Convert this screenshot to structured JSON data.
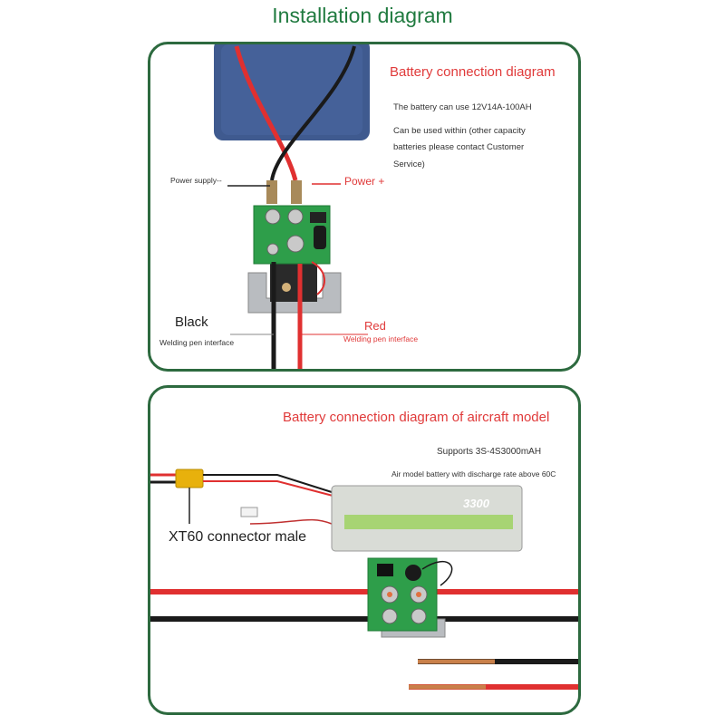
{
  "title": "Installation diagram",
  "panel1": {
    "heading": "Battery connection diagram",
    "note_line1": "The battery can use 12V14A-100AH",
    "note_line2": "Can be used within (other capacity",
    "note_line3": "batteries please contact Customer",
    "note_line4": "Service)",
    "power_supply": "Power supply--",
    "power_plus": "Power +",
    "black": "Black",
    "black_sub": "Welding pen interface",
    "red": "Red",
    "red_sub": "Welding pen interface"
  },
  "panel2": {
    "heading": "Battery connection diagram of aircraft model",
    "supports": "Supports 3S-4S3000mAH",
    "discharge": "Air model battery with discharge rate above 60C",
    "connector": "XT60 connector male",
    "battery_label": "3300"
  },
  "colors": {
    "title": "#1f7a3f",
    "panel_border": "#2d6a3f",
    "heading_red": "#e03a3a",
    "wire_red": "#e03030",
    "wire_black": "#1a1a1a",
    "pcb_green": "#2e9e4a",
    "battery_blue": "#3f5a8f",
    "xt60_yellow": "#e8b10c"
  }
}
